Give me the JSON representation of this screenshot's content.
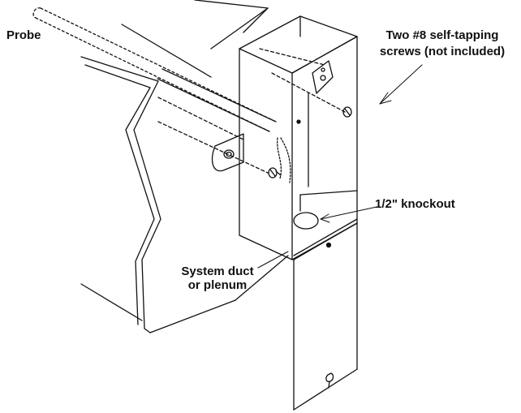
{
  "labels": {
    "probe": "Probe",
    "screws_line1": "Two #8 self-tapping",
    "screws_line2": "screws (not included)",
    "knockout": "1/2\" knockout",
    "duct_line1": "System duct",
    "duct_line2": "or plenum"
  },
  "colors": {
    "line": "#111111",
    "background": "#ffffff"
  }
}
